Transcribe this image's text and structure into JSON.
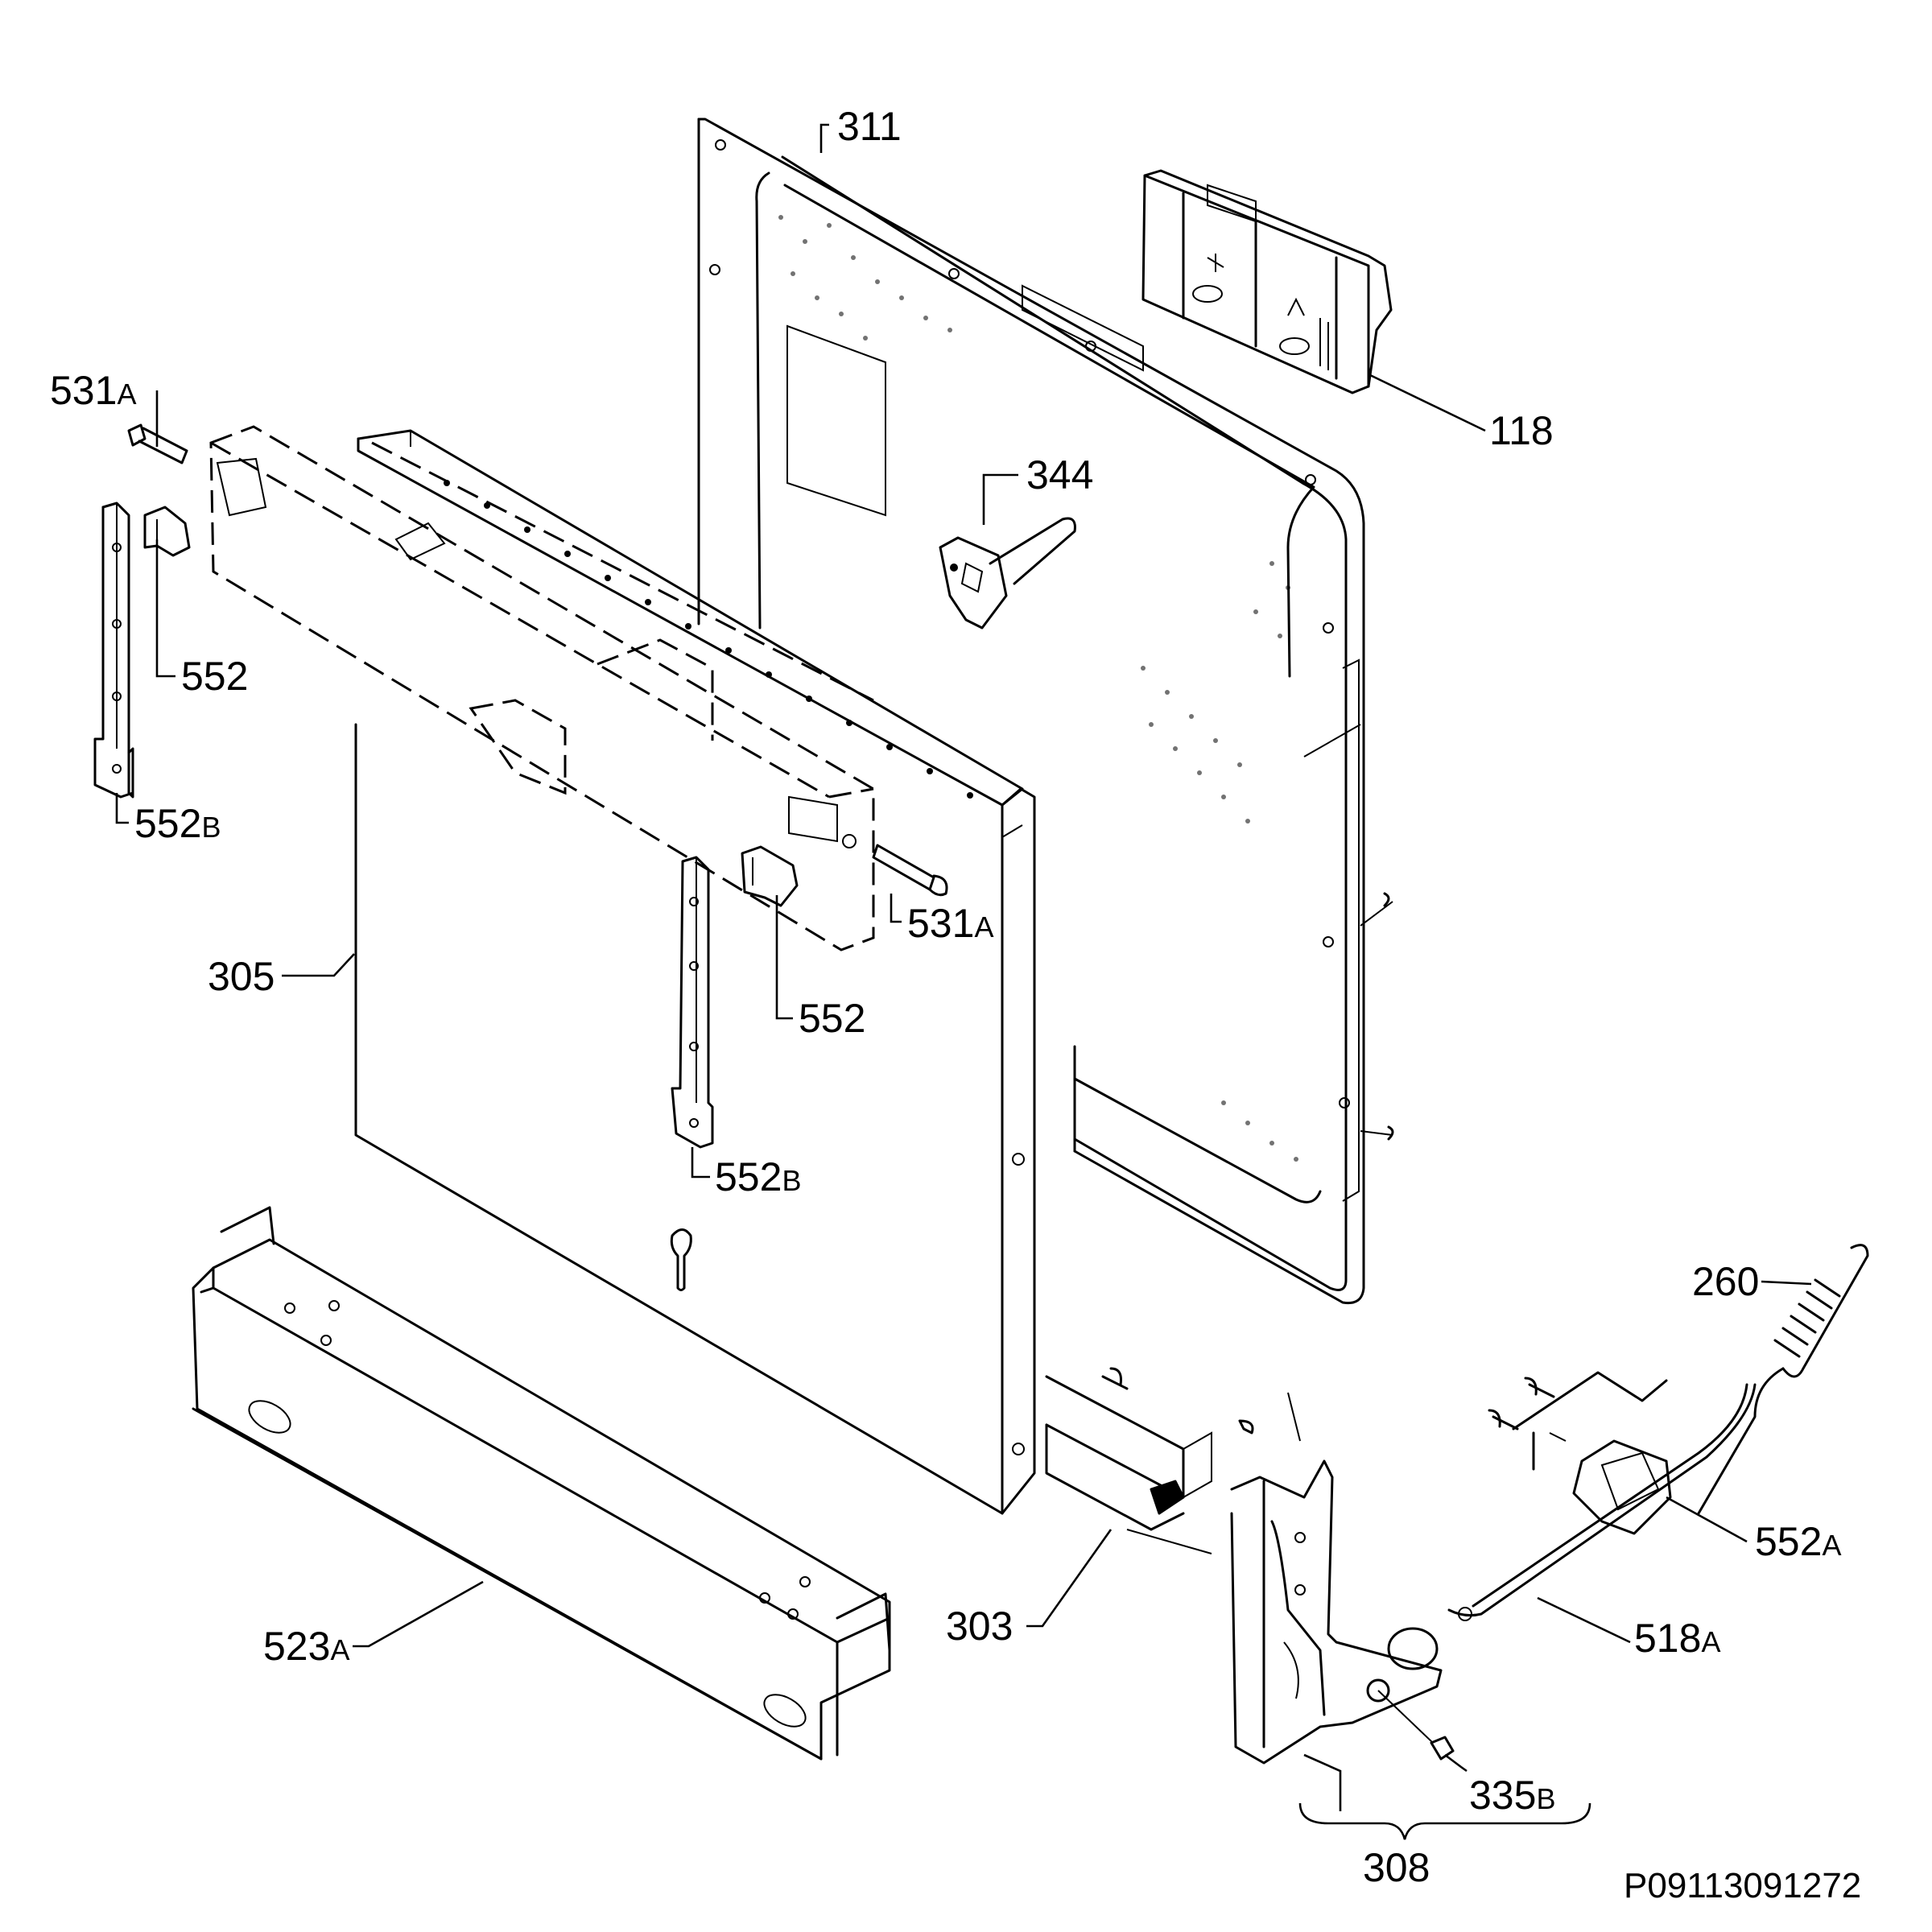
{
  "callouts": [
    {
      "id": "311",
      "number": "311",
      "suffix": ""
    },
    {
      "id": "118",
      "number": "118",
      "suffix": ""
    },
    {
      "id": "531a-top",
      "number": "531",
      "suffix": "A"
    },
    {
      "id": "344",
      "number": "344",
      "suffix": ""
    },
    {
      "id": "552-left",
      "number": "552",
      "suffix": ""
    },
    {
      "id": "552b-left",
      "number": "552",
      "suffix": "B"
    },
    {
      "id": "531a-mid",
      "number": "531",
      "suffix": "A"
    },
    {
      "id": "305",
      "number": "305",
      "suffix": ""
    },
    {
      "id": "552-mid",
      "number": "552",
      "suffix": ""
    },
    {
      "id": "552b-mid",
      "number": "552",
      "suffix": "B"
    },
    {
      "id": "260",
      "number": "260",
      "suffix": ""
    },
    {
      "id": "552a",
      "number": "552",
      "suffix": "A"
    },
    {
      "id": "303",
      "number": "303",
      "suffix": ""
    },
    {
      "id": "518a",
      "number": "518",
      "suffix": "A"
    },
    {
      "id": "523a",
      "number": "523",
      "suffix": "A"
    },
    {
      "id": "335b",
      "number": "335",
      "suffix": "B"
    },
    {
      "id": "308",
      "number": "308",
      "suffix": ""
    }
  ],
  "reference_code": "P09113091272"
}
